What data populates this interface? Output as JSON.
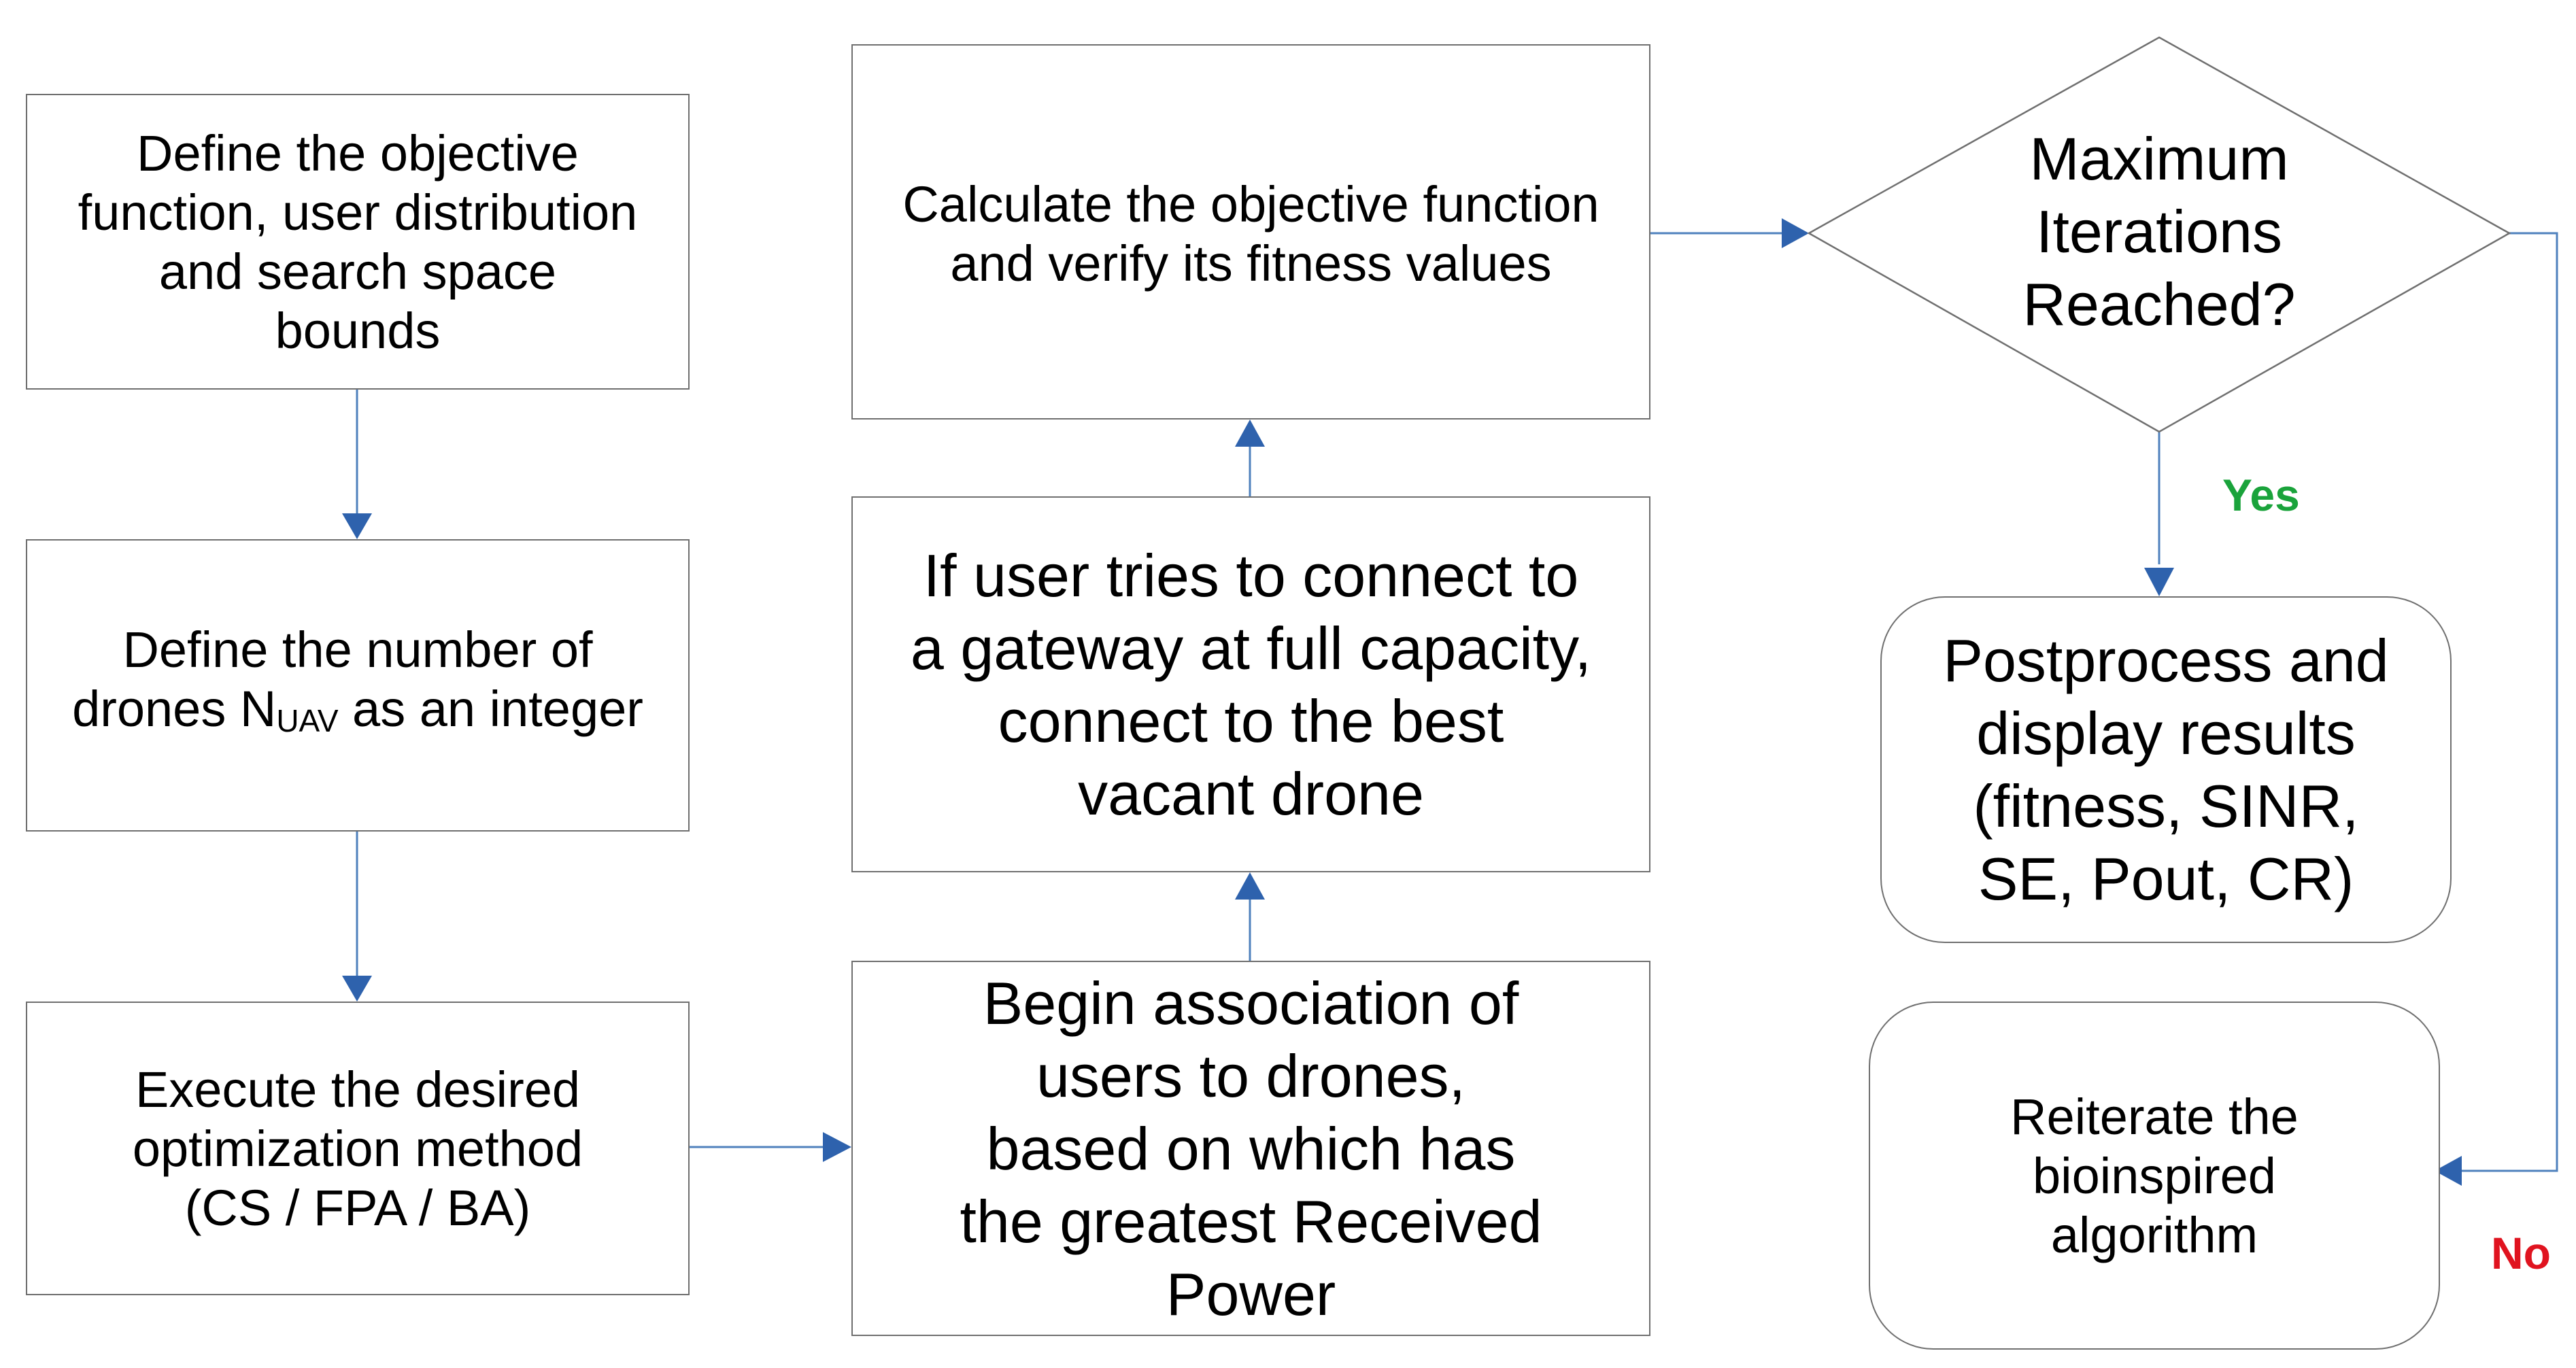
{
  "diagram": {
    "nodes": {
      "define_objective": "Define the objective\nfunction, user distribution\nand search space\nbounds",
      "define_drones_prefix": "Define the number of\ndrones N",
      "define_drones_sub": "UAV",
      "define_drones_suffix": " as an integer",
      "execute_method": "Execute the desired\noptimization method\n(CS / FPA / BA)",
      "begin_association": "Begin association of\nusers to drones,\n based on which has\nthe greatest Received\nPower",
      "full_capacity": "If user tries to connect to\na gateway at full capacity,\nconnect to the best\n vacant drone",
      "calculate_objective": "Calculate the objective function\nand verify its fitness values",
      "max_iterations": "Maximum\nIterations\nReached?",
      "postprocess": "Postprocess and\ndisplay results\n(fitness, SINR,\nSE, Pout, CR)",
      "reiterate": "Reiterate the\nbioinspired\nalgorithm"
    },
    "labels": {
      "yes": "Yes",
      "no": "No"
    },
    "colors": {
      "connector": "#4f81bd",
      "arrowhead": "#2e62ad",
      "border": "#6f6f6f",
      "yes": "#1aa33b",
      "no": "#e0131f"
    }
  }
}
